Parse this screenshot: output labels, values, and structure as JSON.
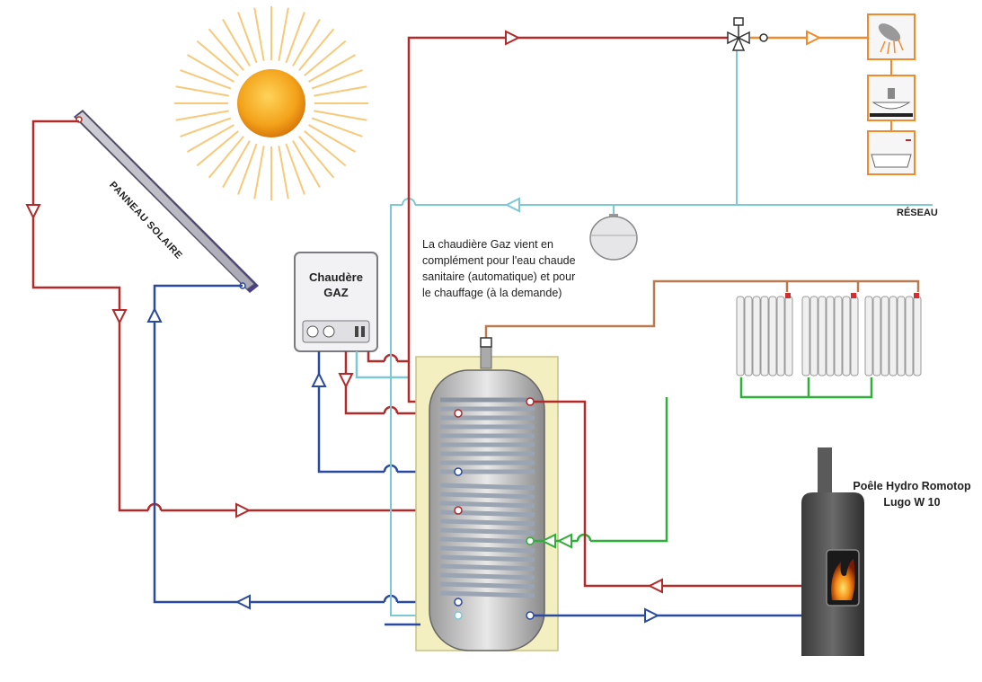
{
  "labels": {
    "solar_panel": "PANNEAU SOLAIRE",
    "boiler_line1": "Chaudère",
    "boiler_line2": "GAZ",
    "note": "La chaudière Gaz vient en complément pour l'eau chaude sanitaire (automatique) et pour le chauffage (à la demande)",
    "network": "RÉSEAU",
    "stove_line1": "Poêle Hydro Romotop",
    "stove_line2": "Lugo W 10"
  },
  "icons": [
    "sun-icon",
    "shower-icon",
    "washbasin-icon",
    "bathtub-icon",
    "radiator-icon",
    "expansion-tank-icon",
    "mixing-valve-icon",
    "flame-icon"
  ],
  "colors": {
    "hot_pipe": "#b22a2a",
    "cold_pipe": "#2a4aa0",
    "network_pipe": "#7cc8d4",
    "heating_return": "#2fae3a",
    "heating_supply": "#b87a4e",
    "mixed_water": "#f08a2a",
    "insulation": "#f4efc0",
    "sun": "#f3a21a"
  }
}
